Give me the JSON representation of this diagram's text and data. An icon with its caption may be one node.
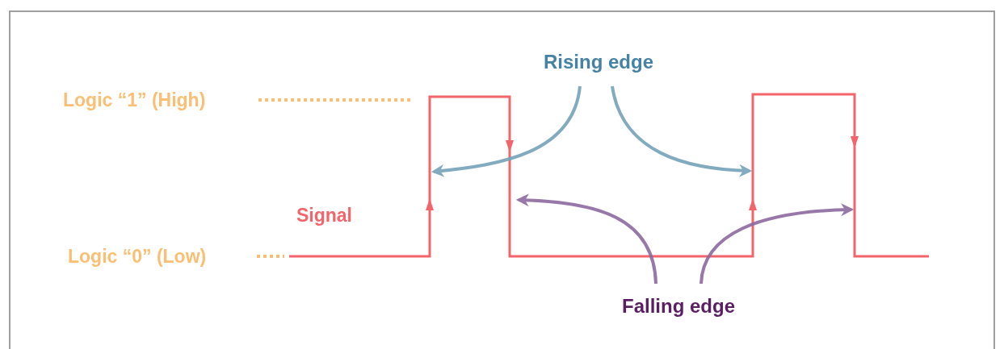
{
  "diagram": {
    "nodes": [
      {
        "text": [
          "Rising edge"
        ]
      },
      {
        "text": [
          "Falling edge"
        ]
      }
    ],
    "edges": [
      {
        "from": 0,
        "to": null,
        "arrow": "to",
        "color": "#76a3b9"
      },
      {
        "from": 0,
        "to": null,
        "arrow": "to",
        "color": "#76a3b9"
      },
      {
        "from": 1,
        "to": null,
        "arrow": "to",
        "color": "#8c6aa0"
      },
      {
        "from": 1,
        "to": null,
        "arrow": "to",
        "color": "#8c6aa0"
      }
    ],
    "labels": [
      "Logic “1” (High)",
      "Logic “0” (Low)",
      "Signal"
    ]
  }
}
